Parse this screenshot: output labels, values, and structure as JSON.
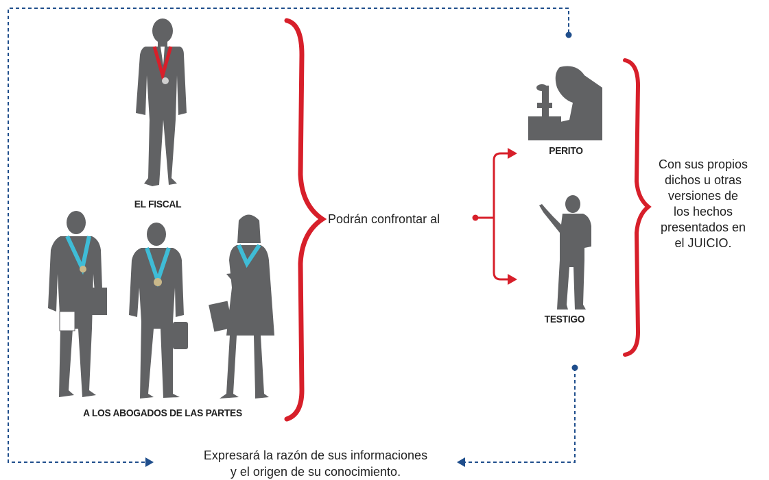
{
  "labels": {
    "fiscal": "EL FISCAL",
    "abogados": "A LOS ABOGADOS DE LAS PARTES",
    "perito": "PERITO",
    "testigo": "TESTIGO"
  },
  "connector_text": "Podrán confrontar al",
  "versions_text": {
    "lines": [
      "Con sus propios",
      "dichos u otras",
      "versiones de",
      "los hechos",
      "presentados en",
      "el JUICIO."
    ]
  },
  "bottom_text": {
    "lines": [
      "Expresará la razón de sus informaciones",
      "y el origen de su conocimiento."
    ]
  },
  "colors": {
    "silhouette": "#616264",
    "red": "#d71f2a",
    "blue": "#1f4e8c",
    "medal_red": "#d71f2a",
    "medal_cyan": "#3fbcd6"
  },
  "icons": [
    "fiscal-silhouette-icon",
    "lawyer-silhouette-icon",
    "scientist-microscope-icon",
    "witness-pointing-icon"
  ]
}
